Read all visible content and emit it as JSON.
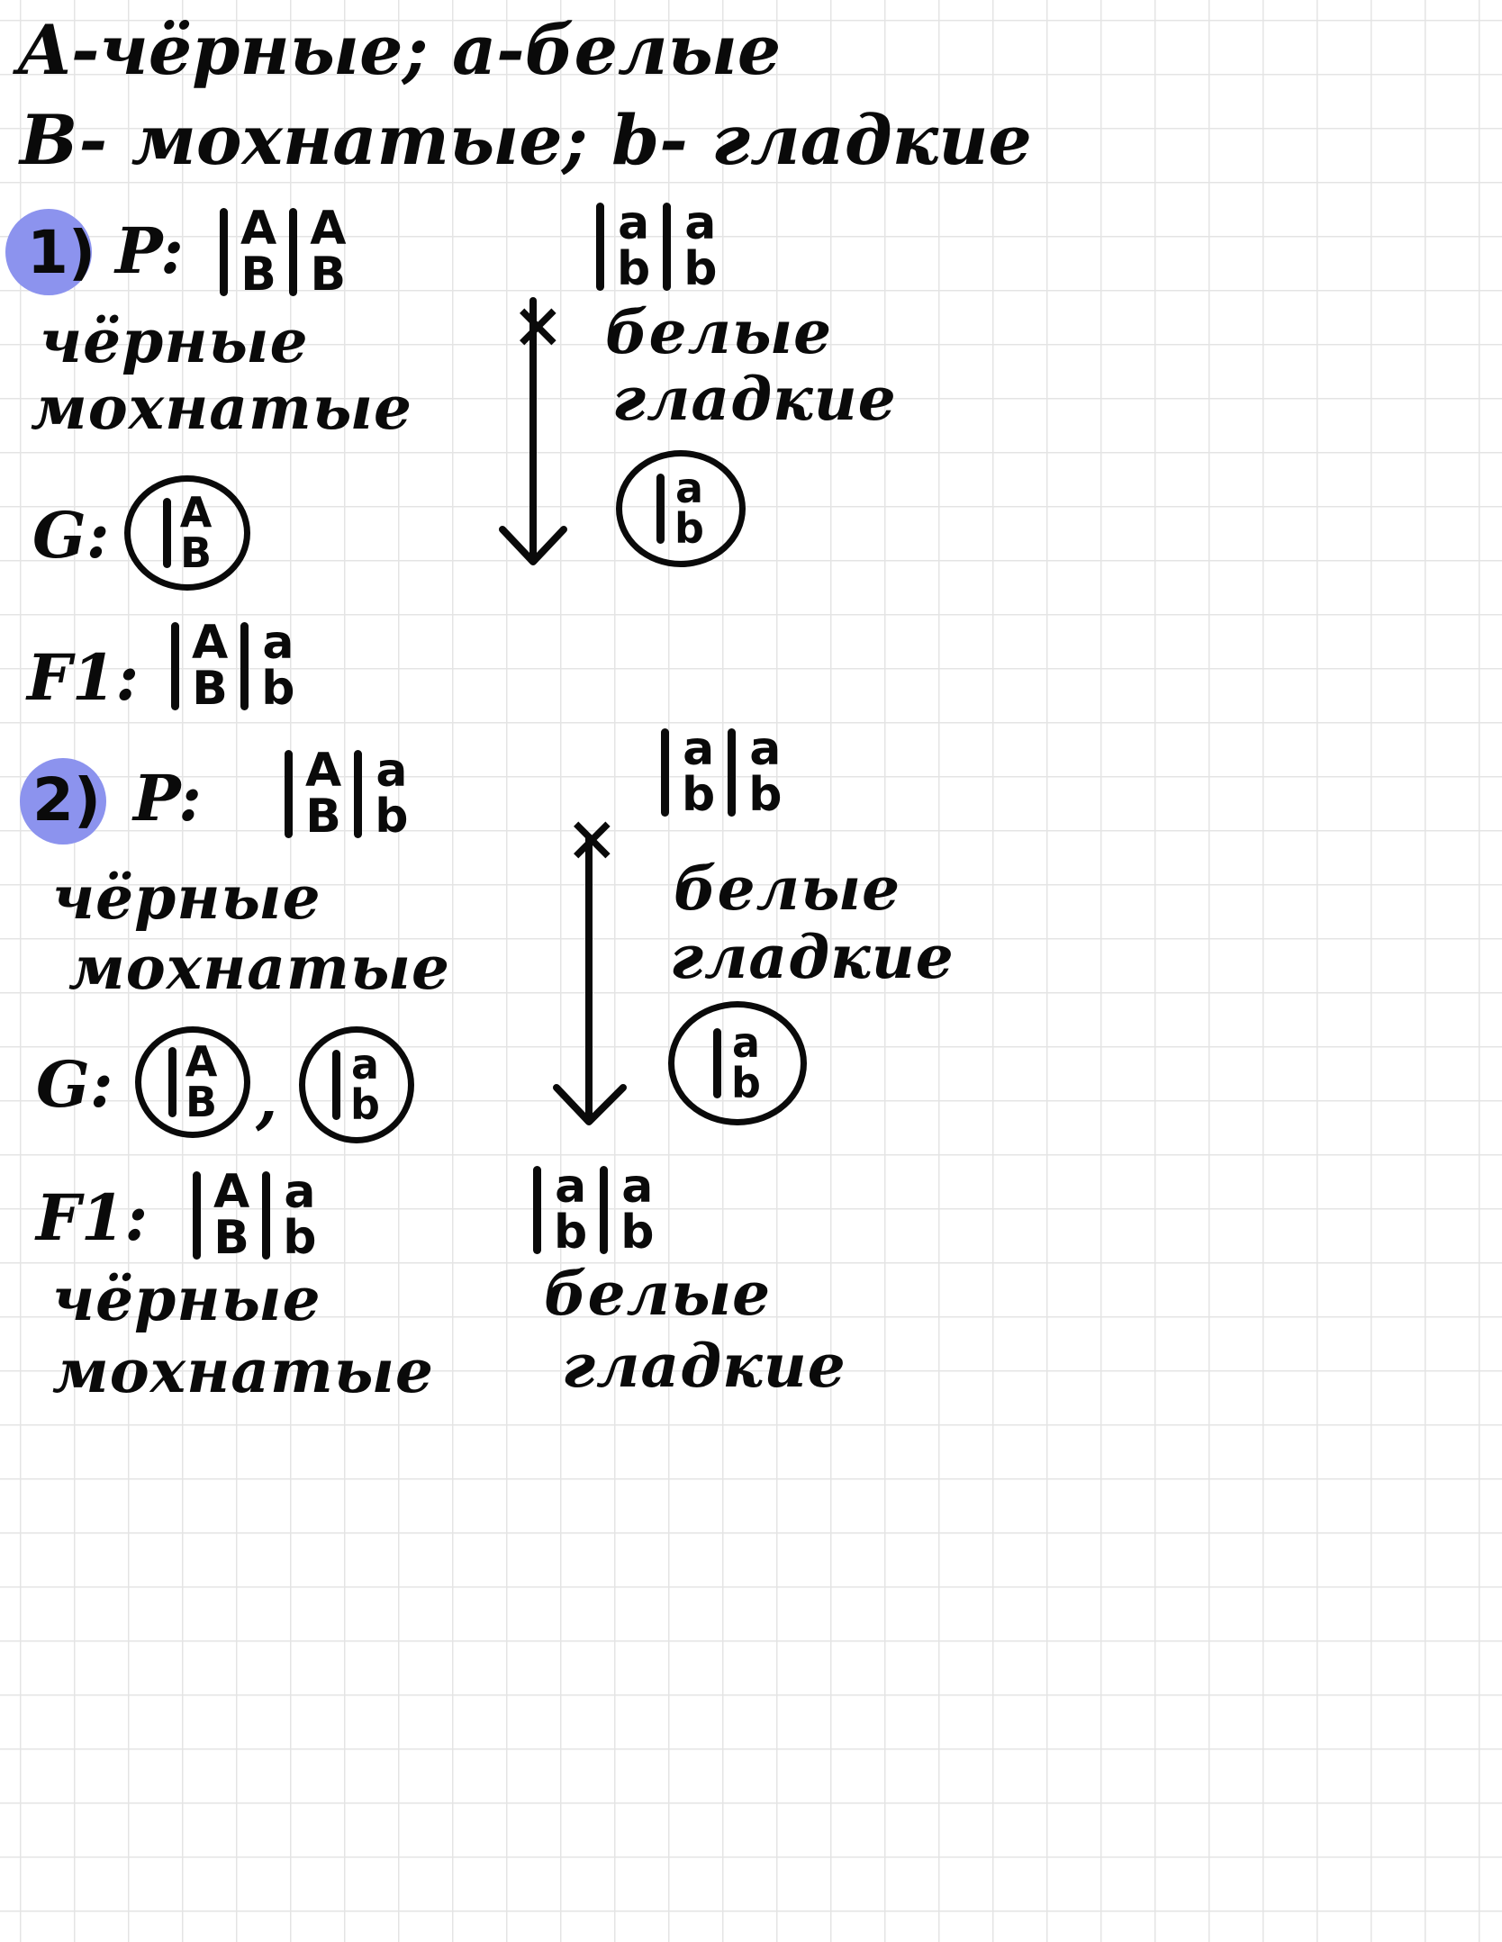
{
  "legend": {
    "line1": "A-чёрные; a-белые",
    "line2": "B- мохнатые; b- гладкие"
  },
  "alleles": {
    "dominant_color": "A",
    "recessive_color": "a",
    "dominant_fur": "B",
    "recessive_fur": "b"
  },
  "labels": {
    "parents": "P:",
    "gametes": "G:",
    "offspring": "F1:",
    "cross": "×"
  },
  "problems": [
    {
      "number": "1)",
      "parent_left_phenotype": [
        "чёрные",
        "мохнатые"
      ],
      "parent_right_phenotype": [
        "белые",
        "гладкие"
      ]
    },
    {
      "number": "2)",
      "parent_left_phenotype": [
        "чёрные",
        "мохнатые"
      ],
      "parent_right_phenotype": [
        "белые",
        "гладкие"
      ],
      "offspring_left_phenotype": [
        "чёрные",
        "мохнатые"
      ],
      "offspring_right_phenotype": [
        "белые",
        "гладкие"
      ]
    }
  ],
  "colors": {
    "ink": "#0a0a0a",
    "badge": "#8c93ee",
    "grid": "#e4e4e4",
    "paper": "#ffffff"
  }
}
